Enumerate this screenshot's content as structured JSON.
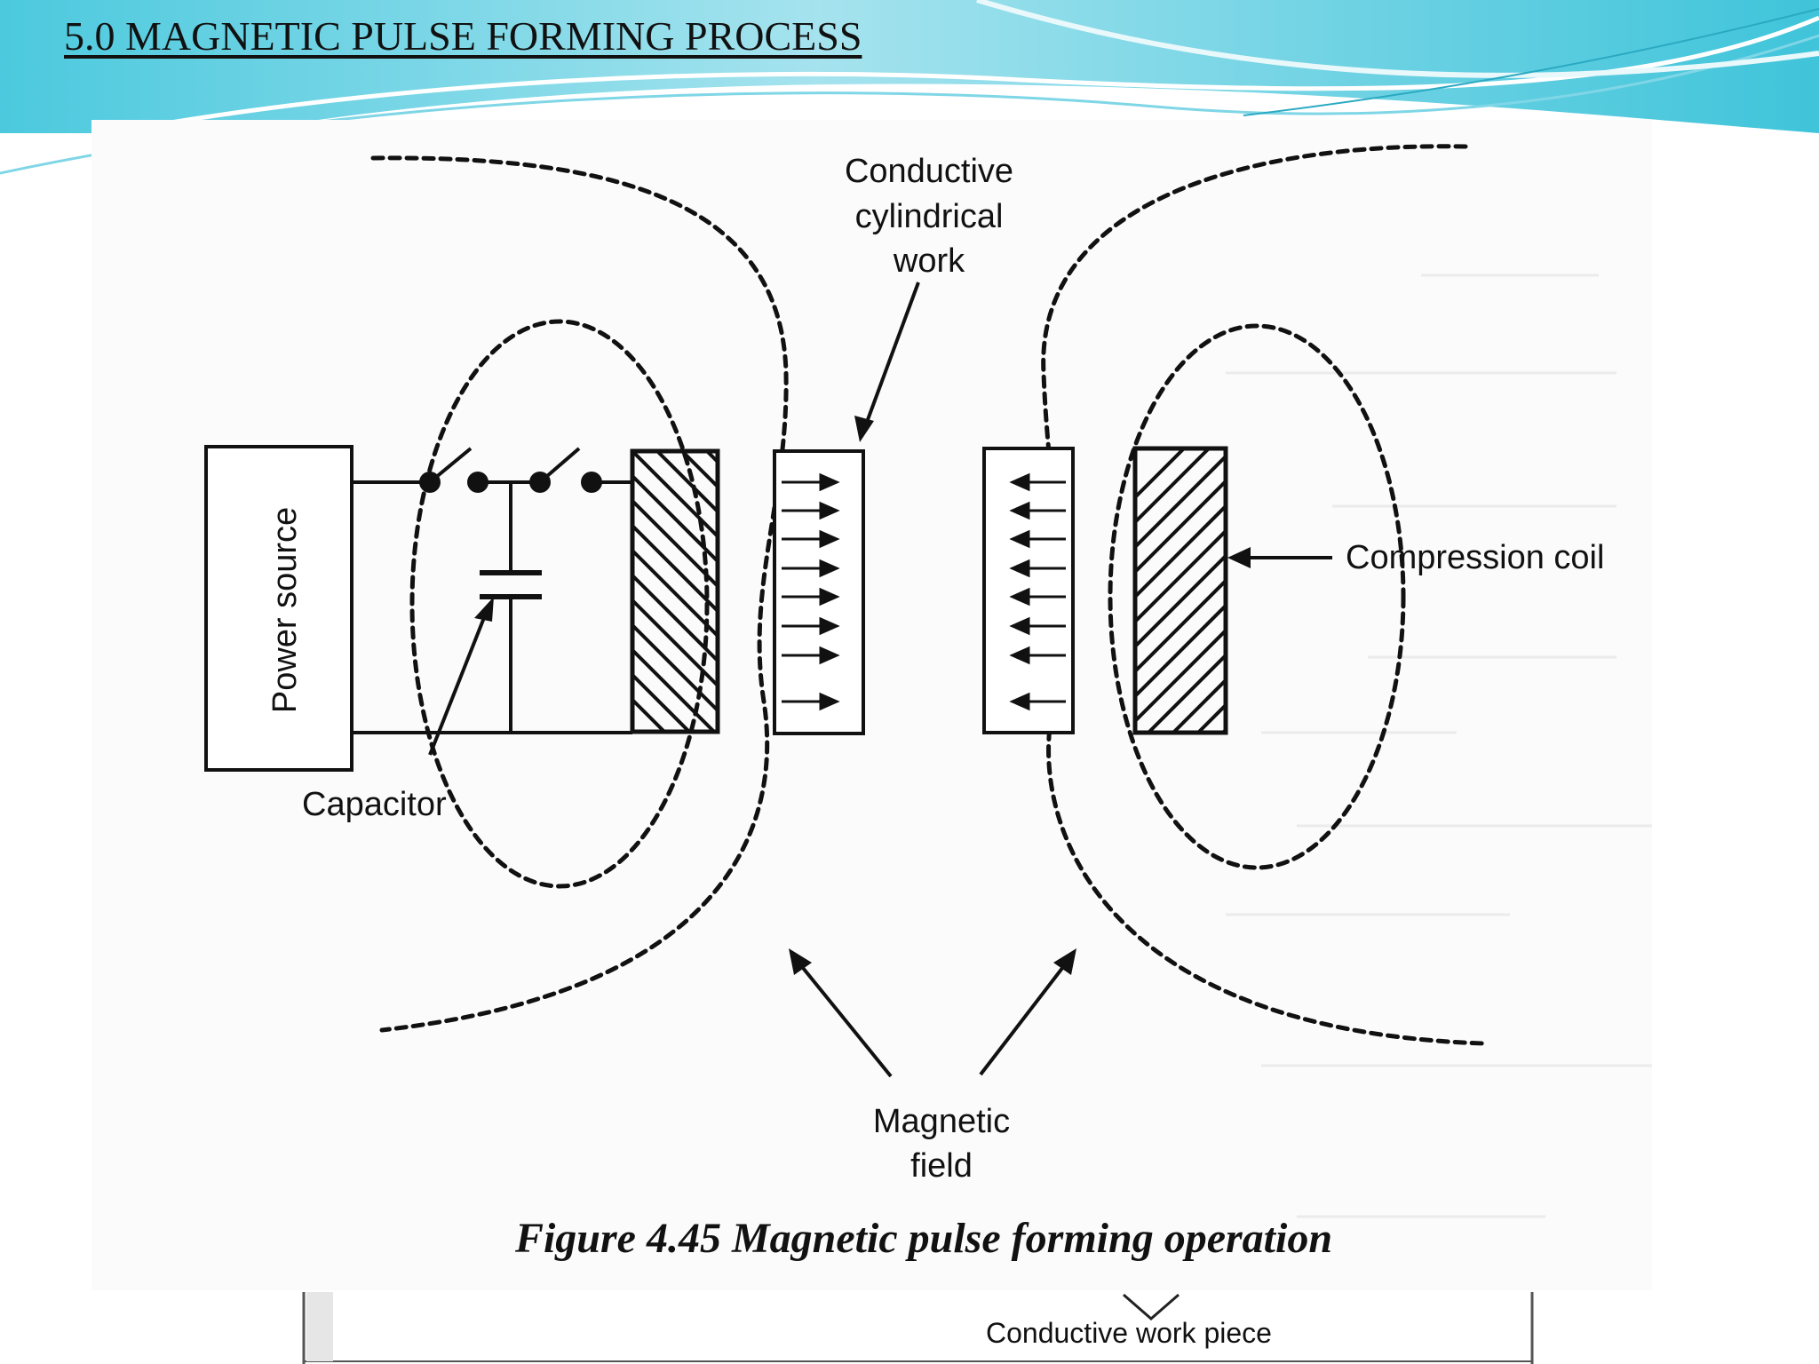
{
  "slide": {
    "title": "5.0 MAGNETIC PULSE FORMING PROCESS",
    "accent_colors": {
      "teal": "#38c6dc",
      "light_teal": "#a9e6f0",
      "white_band": "#ffffff"
    }
  },
  "figure": {
    "caption": "Figure 4.45 Magnetic pulse forming operation",
    "labels": {
      "power_source": "Power source",
      "capacitor": "Capacitor",
      "conductive_work_line1": "Conductive",
      "conductive_work_line2": "cylindrical",
      "conductive_work_line3": "work",
      "compression_coil": "Compression coil",
      "magnetic_field_line1": "Magnetic",
      "magnetic_field_line2": "field"
    },
    "lower_inset_label": "Conductive work piece"
  }
}
